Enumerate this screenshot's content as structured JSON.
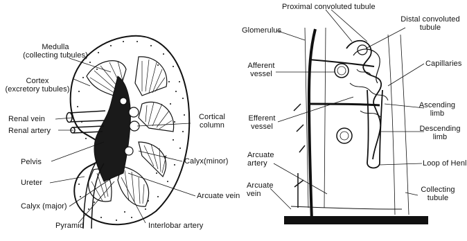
{
  "kidney": {
    "medulla": "Medulla",
    "medulla_sub": "(collecting tubules)",
    "cortex": "Cortex",
    "cortex_sub": "(excretory tubules)",
    "renal_vein": "Renal vein",
    "renal_artery": "Renal artery",
    "pelvis": "Pelvis",
    "ureter": "Ureter",
    "calyx_major": "Calyx (major)",
    "pyramid": "Pyramid",
    "cortical_column_1": "Cortical",
    "cortical_column_2": "column",
    "calyx_minor": "Calyx(minor)",
    "arcuate_vein": "Arcuate vein",
    "interlobar_artery": "Interlobar artery"
  },
  "nephron": {
    "proximal": "Proximal convoluted tubule",
    "distal_1": "Distal convoluted",
    "distal_2": "tubule",
    "glomerulus": "Glomerulus",
    "afferent_1": "Afferent",
    "afferent_2": "vessel",
    "capillaries": "Capillaries",
    "ascending_1": "Ascending",
    "ascending_2": "limb",
    "efferent_1": "Efferent",
    "efferent_2": "vessel",
    "descending_1": "Descending",
    "descending_2": "limb",
    "arcuate_artery_1": "Arcuate",
    "arcuate_artery_2": "artery",
    "loop_of_henle": "Loop of Henle",
    "arcuate_vein_1": "Arcuate",
    "arcuate_vein_2": "vein",
    "collecting_1": "Collecting",
    "collecting_2": "tubule"
  }
}
